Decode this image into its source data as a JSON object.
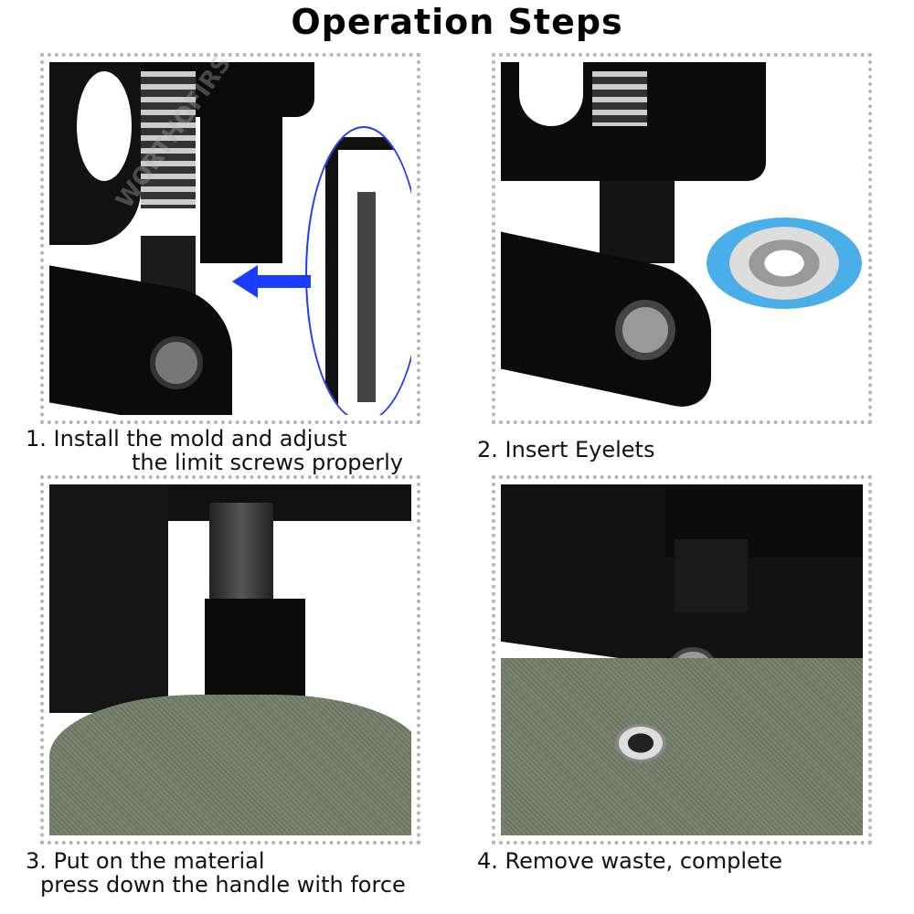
{
  "title": "Operation Steps",
  "watermark": "WORTHOFIRST",
  "steps": [
    {
      "line1": "1. Install the mold and adjust",
      "line2": "the limit screws properly"
    },
    {
      "line1": "2. Insert Eyelets"
    },
    {
      "line1": "3. Put on the material",
      "line2": "press down the handle with force"
    },
    {
      "line1": "4. Remove waste, complete"
    }
  ],
  "colors": {
    "arrow": "#1a3cff",
    "fabric": "#6b7560",
    "border": "#b5b5b5",
    "callout": "#4aaee8"
  }
}
